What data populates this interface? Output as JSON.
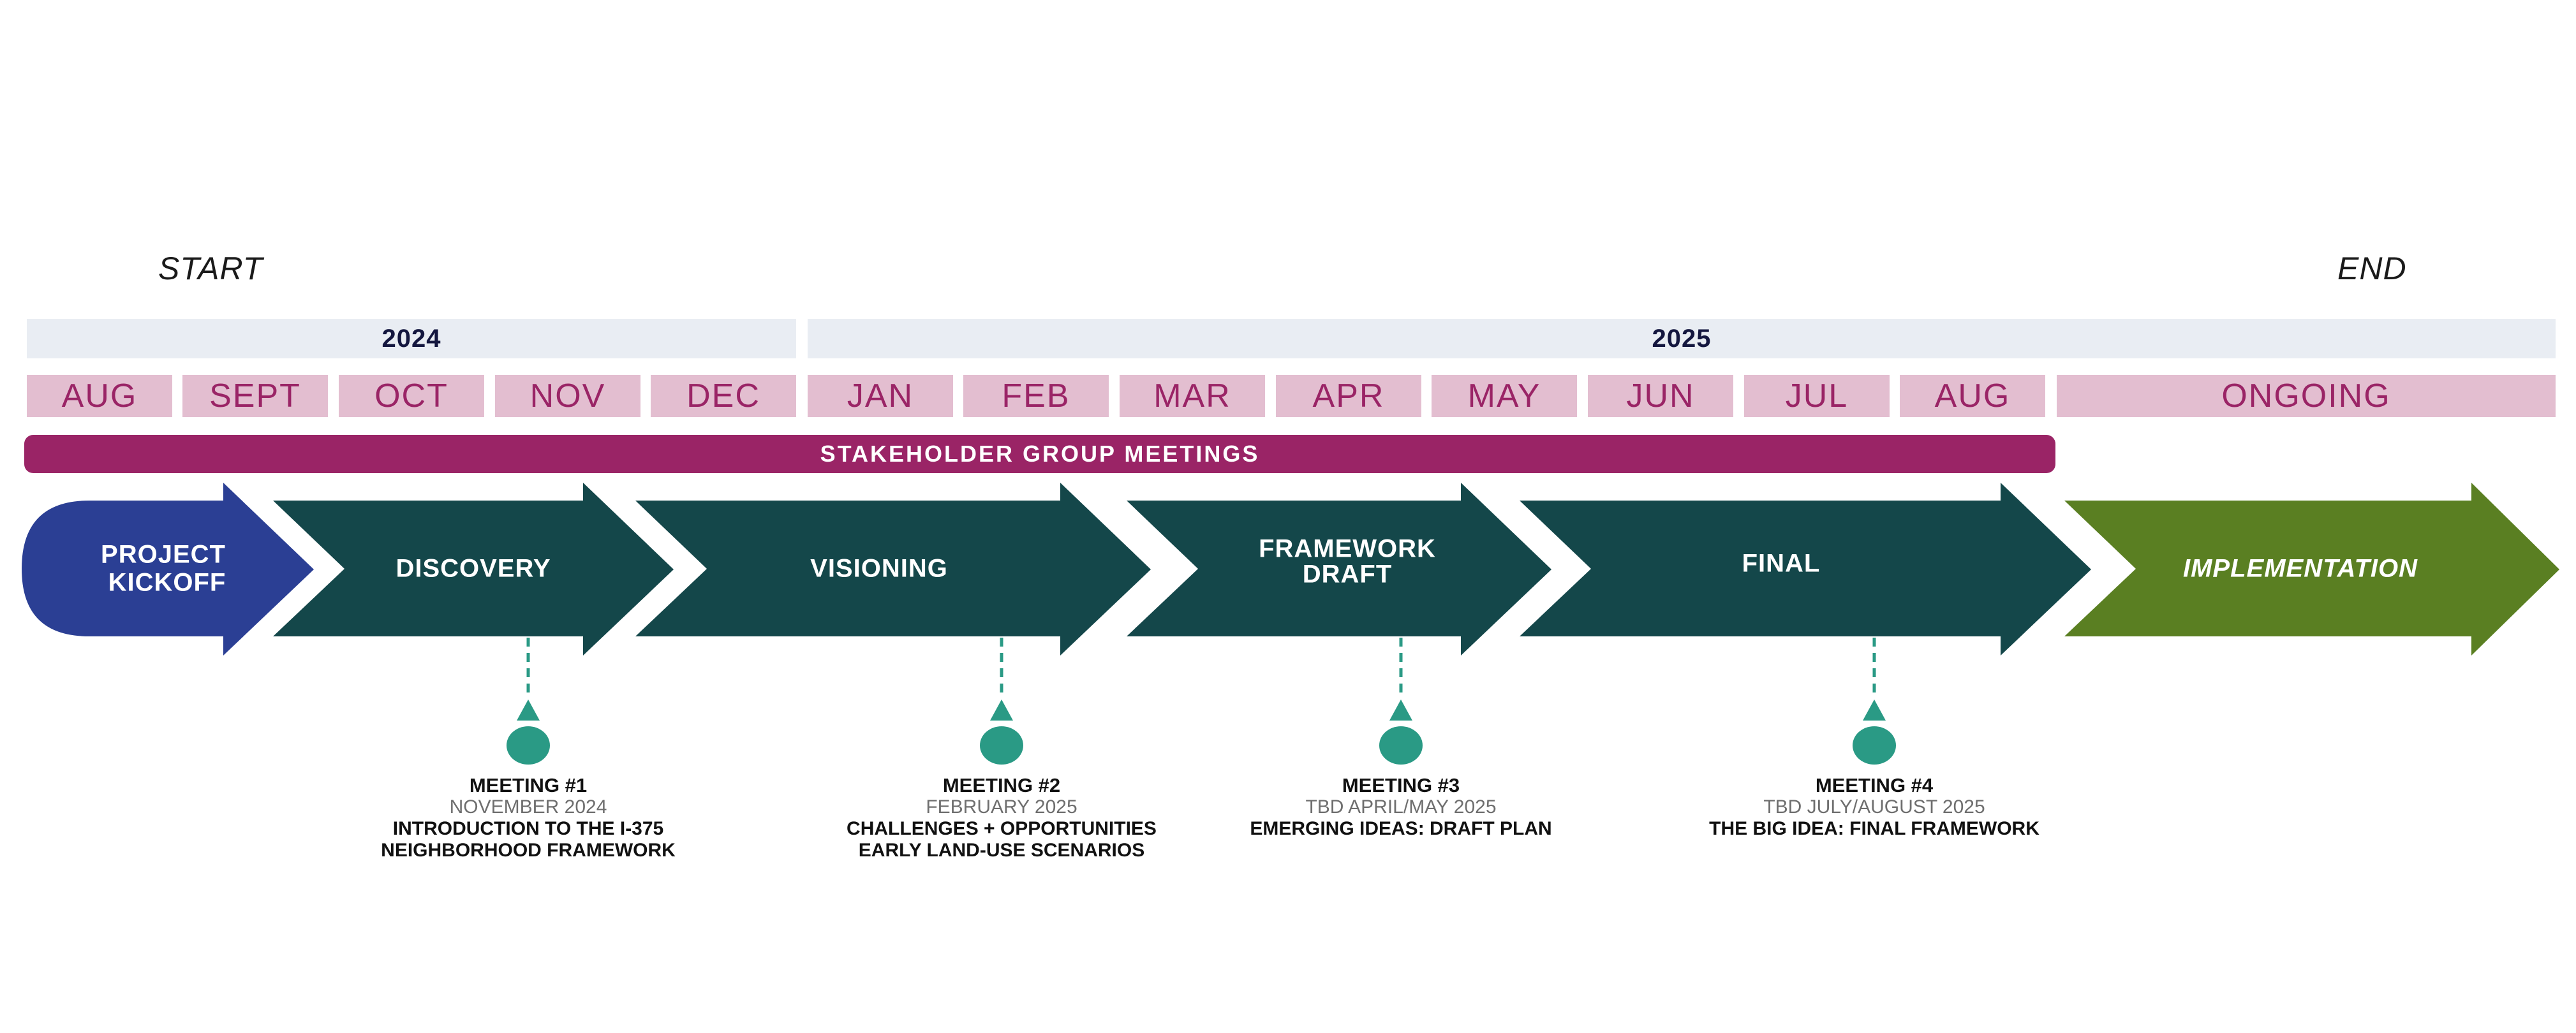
{
  "start_label": "START",
  "end_label": "END",
  "years": [
    {
      "label": "2024"
    },
    {
      "label": "2025"
    }
  ],
  "months": [
    {
      "label": "AUG"
    },
    {
      "label": "SEPT"
    },
    {
      "label": "OCT"
    },
    {
      "label": "NOV"
    },
    {
      "label": "DEC"
    },
    {
      "label": "JAN"
    },
    {
      "label": "FEB"
    },
    {
      "label": "MAR"
    },
    {
      "label": "APR"
    },
    {
      "label": "MAY"
    },
    {
      "label": "JUN"
    },
    {
      "label": "JUL"
    },
    {
      "label": "AUG"
    },
    {
      "label": "ONGOING"
    }
  ],
  "stakeholder_bar": "STAKEHOLDER GROUP MEETINGS",
  "phases": [
    {
      "line1": "PROJECT",
      "line2": "KICKOFF",
      "color": "#2b3f94"
    },
    {
      "line1": "DISCOVERY",
      "line2": "",
      "color": "#14474a"
    },
    {
      "line1": "VISIONING",
      "line2": "",
      "color": "#14474a"
    },
    {
      "line1": "FRAMEWORK",
      "line2": "DRAFT",
      "color": "#14474a"
    },
    {
      "line1": "FINAL",
      "line2": "",
      "color": "#14474a"
    },
    {
      "line1": "IMPLEMENTATION",
      "line2": "",
      "color": "#5a7f22"
    }
  ],
  "meetings": [
    {
      "title": "MEETING #1",
      "date": "NOVEMBER 2024",
      "desc1": "INTRODUCTION TO THE I-375",
      "desc2": "NEIGHBORHOOD FRAMEWORK"
    },
    {
      "title": "MEETING #2",
      "date": "FEBRUARY 2025",
      "desc1": "CHALLENGES + OPPORTUNITIES",
      "desc2": "EARLY LAND-USE SCENARIOS"
    },
    {
      "title": "MEETING #3",
      "date": "TBD APRIL/MAY 2025",
      "desc1": "EMERGING IDEAS: DRAFT PLAN",
      "desc2": ""
    },
    {
      "title": "MEETING #4",
      "date": "TBD JULY/AUGUST 2025",
      "desc1": "THE BIG IDEA: FINAL FRAMEWORK",
      "desc2": ""
    }
  ],
  "colors": {
    "year_bg": "#e9edf3",
    "month_bg": "#e3bed0",
    "month_text": "#9a2466",
    "stakeholder_bar": "#9a2466",
    "kickoff": "#2b3f94",
    "phase": "#14474a",
    "implementation": "#5a7f22",
    "meeting_marker": "#2a9a85"
  }
}
